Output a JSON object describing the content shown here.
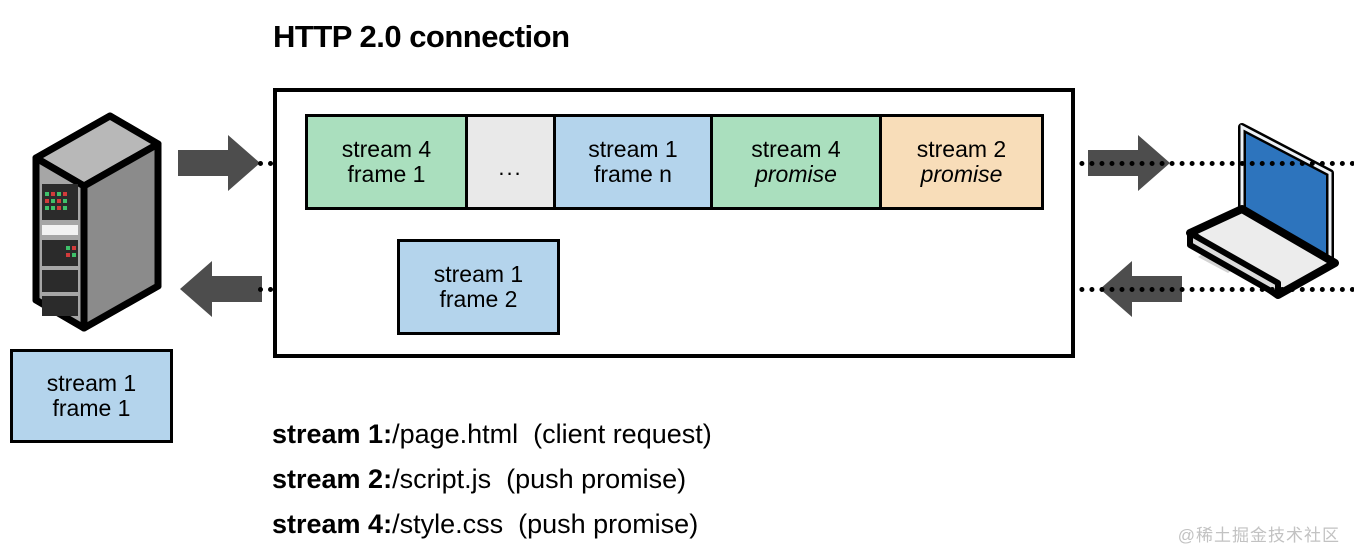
{
  "diagram": {
    "title": "HTTP 2.0 connection",
    "watermark": "@稀土掘金技术社区",
    "colors": {
      "green": "#aadfbe",
      "blue": "#b4d4ec",
      "peach": "#f8ddb9",
      "gray": "#e9e9e9",
      "arrow": "#4d4d4d",
      "border": "#000000",
      "laptop_screen": "#2d74bd",
      "server_body": "#9a9a9a"
    }
  },
  "endpoints": {
    "server": "server-icon",
    "client": "laptop-icon"
  },
  "arrows": [
    {
      "name": "arrow-server-to-connection",
      "direction": "right"
    },
    {
      "name": "arrow-connection-to-client",
      "direction": "right"
    },
    {
      "name": "arrow-connection-to-server",
      "direction": "left"
    },
    {
      "name": "arrow-client-to-connection",
      "direction": "left"
    }
  ],
  "top_stream": [
    {
      "line1": "stream 4",
      "line2": "frame 1",
      "color": "green",
      "italic2": false
    },
    {
      "line1": "",
      "line2": "...",
      "color": "gray",
      "italic2": false
    },
    {
      "line1": "stream 1",
      "line2": "frame n",
      "color": "blue",
      "italic2": false
    },
    {
      "line1": "stream 4",
      "line2": "promise",
      "color": "green",
      "italic2": true
    },
    {
      "line1": "stream 2",
      "line2": "promise",
      "color": "peach",
      "italic2": true
    }
  ],
  "lower_frame": {
    "line1": "stream 1",
    "line2": "frame 2",
    "color": "blue"
  },
  "lone_frame": {
    "line1": "stream 1",
    "line2": "frame 1",
    "color": "blue"
  },
  "legend": [
    {
      "label": "stream 1:",
      "path": "/page.html",
      "note": "(client request)"
    },
    {
      "label": "stream 2:",
      "path": "/script.js",
      "note": "(push promise)"
    },
    {
      "label": "stream 4:",
      "path": "/style.css",
      "note": "(push promise)"
    }
  ]
}
